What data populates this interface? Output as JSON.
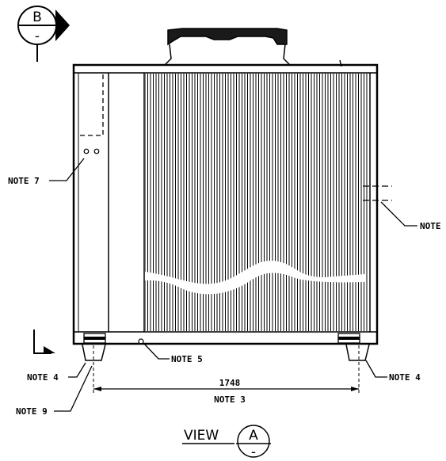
{
  "view_marker_b": {
    "letter": "B",
    "sub": "-"
  },
  "view_marker_a": {
    "letter": "A",
    "sub": "-"
  },
  "view_title": "VIEW",
  "notes": {
    "note7": "NOTE 7",
    "note_right": "NOTE",
    "note5": "NOTE 5",
    "note4_left": "NOTE 4",
    "note4_right": "NOTE 4",
    "note9": "NOTE 9",
    "note3": "NOTE 3"
  },
  "dimension": {
    "value": "1748"
  }
}
